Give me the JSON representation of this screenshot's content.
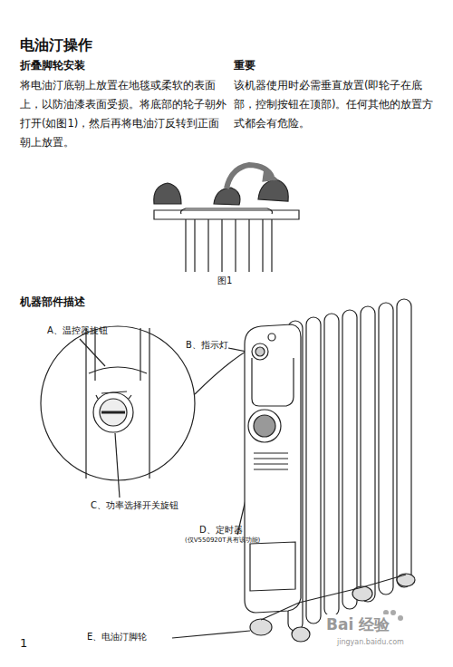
{
  "diagram": {
    "title": "电油汀操作",
    "labels": [
      "折叠脚轮安装",
      "将电油汀底朝上放置在地毯或柔软的表面上，以防油漆表面受损。将底部的轮子朝外打开(如图1)，然后再将电油汀反转到正面朝上放置。",
      "重要",
      "该机器使用时必需垂直放置(即轮子在底部，控制按钮在顶部)。任何其他的放置方式都会有危险。",
      "图1",
      "机器部件描述",
      "A、温控器旋钮",
      "B、指示灯",
      "C、功率选择开关旋钮",
      "D、定时器",
      "(仅V550920T具有该功能)",
      "E、电油汀脚轮",
      "1",
      "Bai 经验",
      "jingyan.baidu.com"
    ]
  }
}
